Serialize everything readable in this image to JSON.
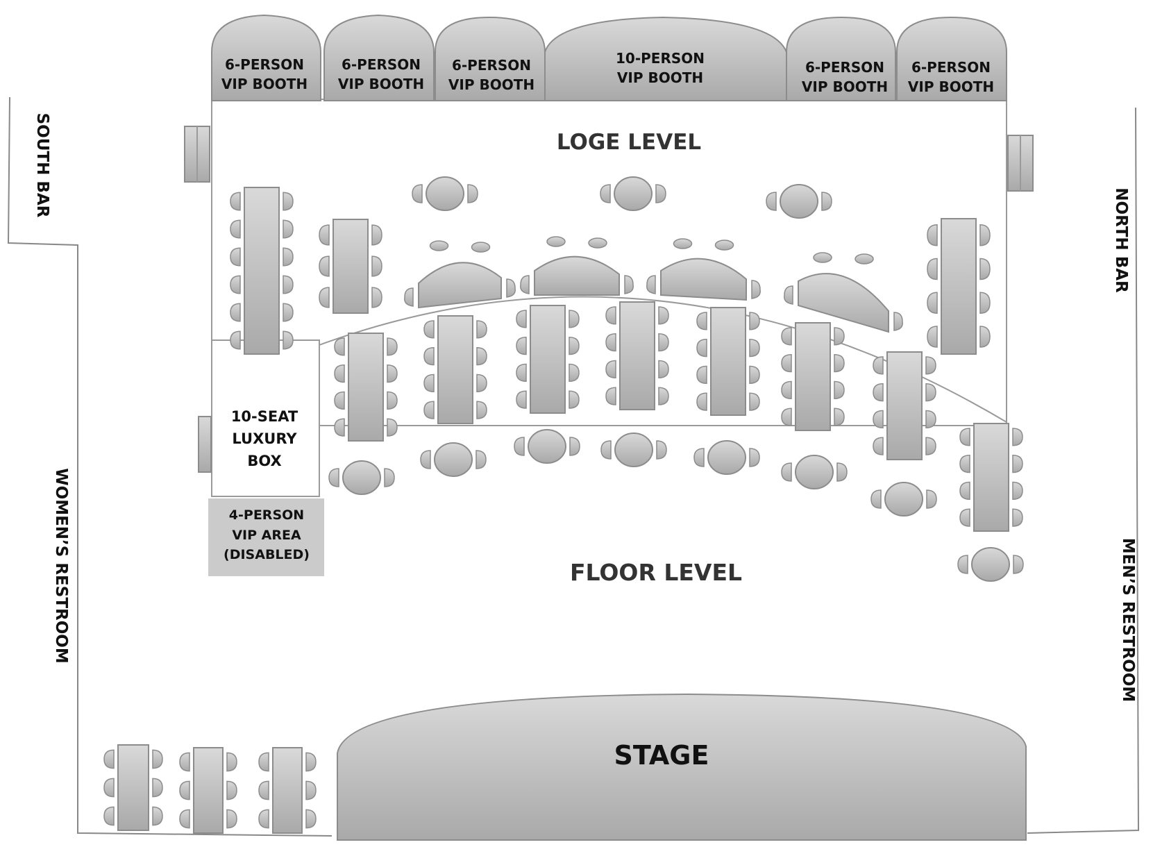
{
  "booths": [
    {
      "line1": "6-PERSON",
      "line2": "VIP BOOTH"
    },
    {
      "line1": "6-PERSON",
      "line2": "VIP BOOTH"
    },
    {
      "line1": "6-PERSON",
      "line2": "VIP BOOTH"
    },
    {
      "line1": "10-PERSON",
      "line2": "VIP BOOTH"
    },
    {
      "line1": "6-PERSON",
      "line2": "VIP BOOTH"
    },
    {
      "line1": "6-PERSON",
      "line2": "VIP BOOTH"
    }
  ],
  "levels": {
    "loge": "LOGE LEVEL",
    "floor": "FLOOR LEVEL"
  },
  "stage": "STAGE",
  "areas": {
    "south_bar": "SOUTH BAR",
    "north_bar": "NORTH BAR",
    "womens_restroom": "WOMEN’S RESTROOM",
    "mens_restroom": "MEN’S RESTROOM"
  },
  "luxury_box": {
    "line1": "10-SEAT",
    "line2": "LUXURY",
    "line3": "BOX"
  },
  "vip_area": {
    "line1": "4-PERSON",
    "line2": "VIP AREA",
    "line3": "(DISABLED)"
  },
  "colors": {
    "fill_light": "#d6d6d6",
    "fill_dark": "#a9a9a9",
    "stroke": "#8c8c8c"
  }
}
